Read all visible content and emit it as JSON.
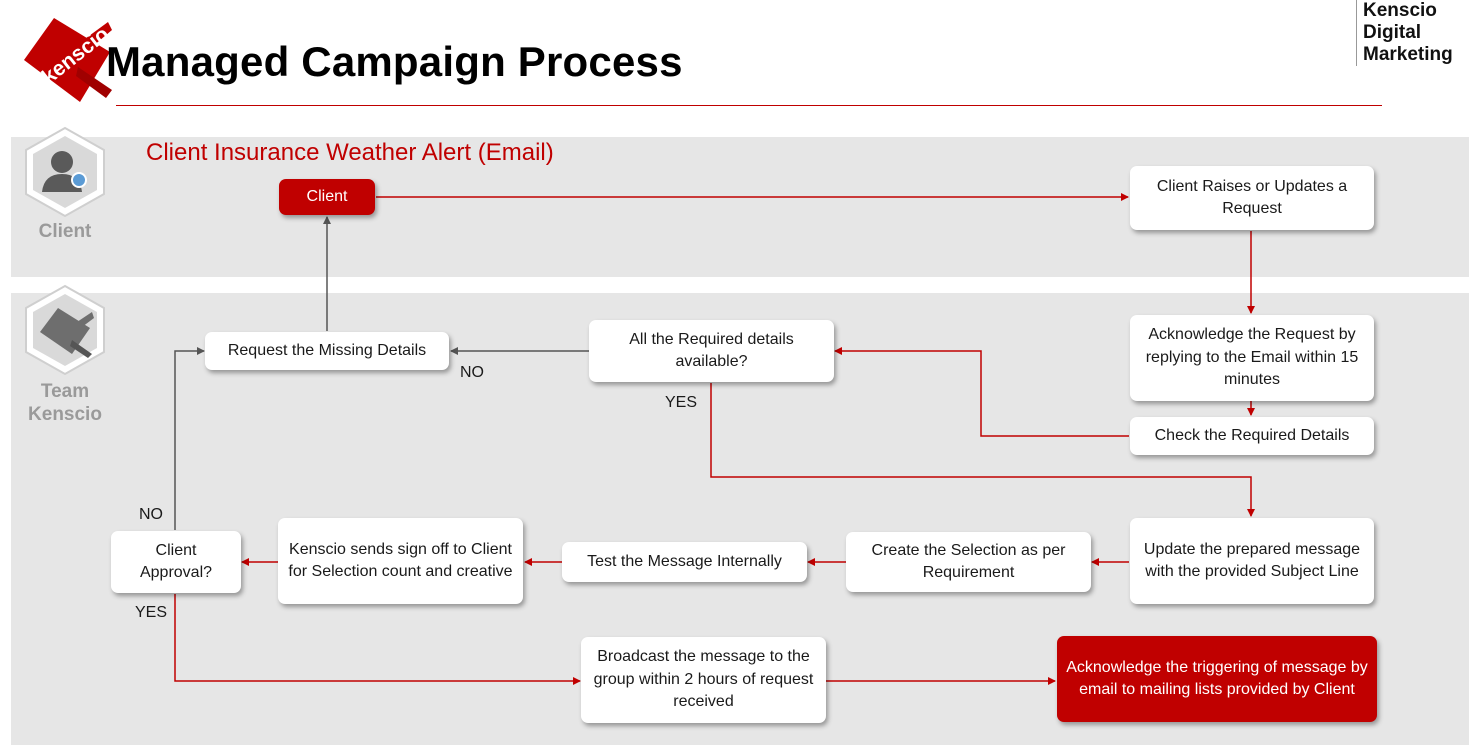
{
  "header": {
    "logo_text": "kenscio",
    "title": "Managed Campaign Process",
    "brand_lines": [
      "Kenscio",
      "Digital",
      "Marketing"
    ]
  },
  "lanes": {
    "client": {
      "title": "Client Insurance Weather Alert (Email)",
      "label": "Client"
    },
    "team": {
      "label_line1": "Team",
      "label_line2": "Kenscio"
    }
  },
  "nodes": {
    "client": "Client",
    "raises_request": "Client Raises or Updates a Request",
    "acknowledge_request": "Acknowledge the Request by replying to the Email within 15 minutes",
    "check_details": "Check the Required Details",
    "details_available": "All the Required details available?",
    "request_missing": "Request the Missing Details",
    "update_message": "Update the prepared message with the provided Subject Line",
    "create_selection": "Create the Selection as per Requirement",
    "test_message": "Test the Message Internally",
    "sign_off": "Kenscio sends sign off to Client for Selection count and creative",
    "client_approval": "Client Approval?",
    "broadcast": "Broadcast the message to the group within 2 hours of request received",
    "acknowledge_trigger": "Acknowledge the triggering of message by email to mailing lists provided by Client"
  },
  "edge_labels": {
    "details_no": "NO",
    "details_yes": "YES",
    "approval_no": "NO",
    "approval_yes": "YES"
  },
  "colors": {
    "accent": "#c00000",
    "lane_bg": "#e6e6e6",
    "neutral_arrow": "#555555",
    "lane_label": "#9a9a9a"
  },
  "icons": {
    "client_lane": "person-hexagon-icon",
    "team_lane": "kenscio-logo-hexagon-icon"
  }
}
